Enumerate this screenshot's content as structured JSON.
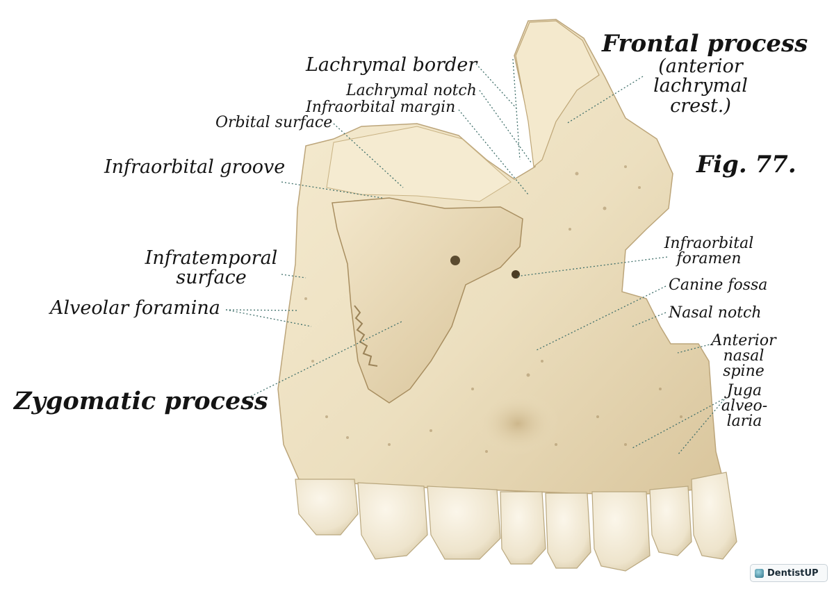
{
  "figure_label": "Fig. 77.",
  "labels": {
    "frontal_process": "Frontal process",
    "frontal_process_note": [
      "(anterior",
      "lachrymal",
      "crest.)"
    ],
    "lachrymal_border": "Lachrymal border",
    "lachrymal_notch": "Lachrymal notch",
    "infraorbital_margin": "Infraorbital margin",
    "orbital_surface": "Orbital surface",
    "infraorbital_groove": "Infraorbital groove",
    "infratemporal_surface": [
      "Infratemporal",
      "surface"
    ],
    "alveolar_foramina": "Alveolar foramina",
    "zygomatic_process": "Zygomatic process",
    "infraorbital_foramen": [
      "Infraorbital",
      "foramen"
    ],
    "canine_fossa": "Canine fossa",
    "nasal_notch": "Nasal notch",
    "anterior_nasal_spine": [
      "Anterior",
      "nasal",
      "spine"
    ],
    "juga_alveolaria": [
      "Juga",
      "alveo-",
      "laria"
    ]
  },
  "watermark": "DentistUP",
  "colors": {
    "bone": "#efe3c5",
    "bone_shadow": "#c9b48a",
    "tooth": "#f2ead6",
    "leader": "#3f6f6a",
    "text": "#141414"
  }
}
